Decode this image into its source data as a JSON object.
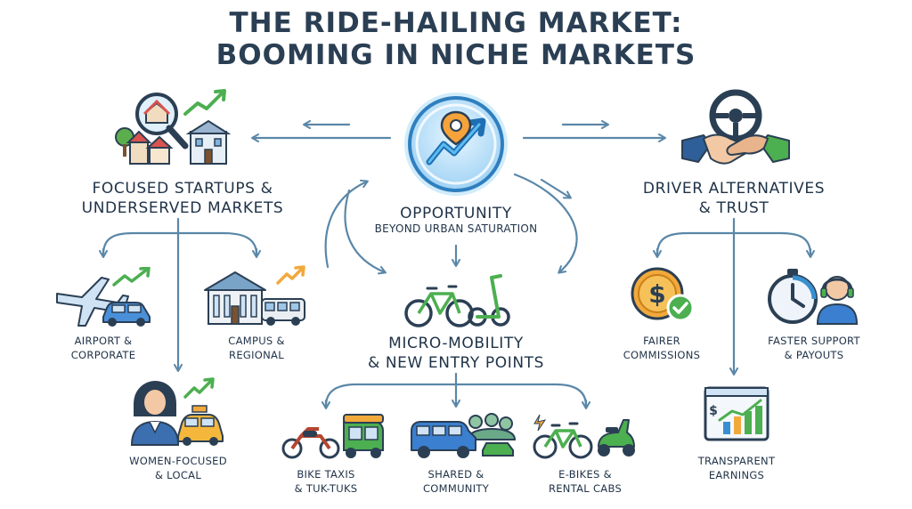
{
  "title": {
    "line1": "THE RIDE-HAILING MARKET:",
    "line2": "BOOMING IN NICHE MARKETS"
  },
  "center": {
    "heading": "OPPORTUNITY",
    "subheading": "BEYOND URBAN SATURATION",
    "icon": "location-growth-icon"
  },
  "left": {
    "heading_line1": "FOCUSED STARTUPS &",
    "heading_line2": "UNDERSERVED MARKETS",
    "icon": "magnifier-town-icon",
    "items": [
      {
        "line1": "AIRPORT &",
        "line2": "CORPORATE",
        "icon": "airplane-car-icon"
      },
      {
        "line1": "CAMPUS &",
        "line2": "REGIONAL",
        "icon": "campus-bus-icon"
      },
      {
        "line1": "WOMEN-FOCUSED",
        "line2": "& LOCAL",
        "icon": "woman-taxi-icon"
      }
    ]
  },
  "middle": {
    "heading_line1": "MICRO-MOBILITY",
    "heading_line2": "& NEW ENTRY POINTS",
    "icon": "bicycle-scooter-icon",
    "items": [
      {
        "line1": "BIKE TAXIS",
        "line2": "& TUK-TUKS",
        "icon": "motorbike-tuktuk-icon"
      },
      {
        "line1": "SHARED &",
        "line2": "COMMUNITY",
        "icon": "van-community-icon"
      },
      {
        "line1": "E-BIKES &",
        "line2": "RENTAL CABS",
        "icon": "ebike-moped-icon"
      }
    ]
  },
  "right": {
    "heading_line1": "DRIVER ALTERNATIVES",
    "heading_line2": "& TRUST",
    "icon": "handshake-wheel-icon",
    "items": [
      {
        "line1": "FAIRER",
        "line2": "COMMISSIONS",
        "icon": "dollar-coin-check-icon"
      },
      {
        "line1": "FASTER SUPPORT",
        "line2": "& PAYOUTS",
        "icon": "stopwatch-support-icon"
      },
      {
        "line1": "TRANSPARENT",
        "line2": "EARNINGS",
        "icon": "earnings-chart-icon"
      }
    ]
  },
  "colors": {
    "navy": "#2b3f54",
    "arrow": "#5a87a8",
    "accent_blue": "#3a8fd0",
    "accent_green": "#4caf50",
    "gold": "#f2a93b"
  }
}
